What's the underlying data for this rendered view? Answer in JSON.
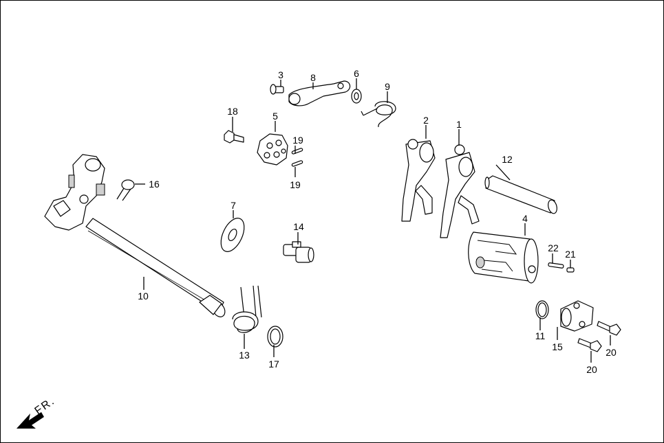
{
  "diagram": {
    "direction_text": "FR.",
    "callouts": [
      {
        "id": "c1",
        "label": "1"
      },
      {
        "id": "c2",
        "label": "2"
      },
      {
        "id": "c3",
        "label": "3"
      },
      {
        "id": "c4",
        "label": "4"
      },
      {
        "id": "c5",
        "label": "5"
      },
      {
        "id": "c6",
        "label": "6"
      },
      {
        "id": "c7",
        "label": "7"
      },
      {
        "id": "c8",
        "label": "8"
      },
      {
        "id": "c9",
        "label": "9"
      },
      {
        "id": "c10",
        "label": "10"
      },
      {
        "id": "c11",
        "label": "11"
      },
      {
        "id": "c12",
        "label": "12"
      },
      {
        "id": "c13",
        "label": "13"
      },
      {
        "id": "c14",
        "label": "14"
      },
      {
        "id": "c15",
        "label": "15"
      },
      {
        "id": "c16",
        "label": "16"
      },
      {
        "id": "c17",
        "label": "17"
      },
      {
        "id": "c18",
        "label": "18"
      },
      {
        "id": "c19a",
        "label": "19"
      },
      {
        "id": "c19b",
        "label": "19"
      },
      {
        "id": "c20a",
        "label": "20"
      },
      {
        "id": "c20b",
        "label": "20"
      },
      {
        "id": "c21",
        "label": "21"
      },
      {
        "id": "c22",
        "label": "22"
      }
    ]
  }
}
